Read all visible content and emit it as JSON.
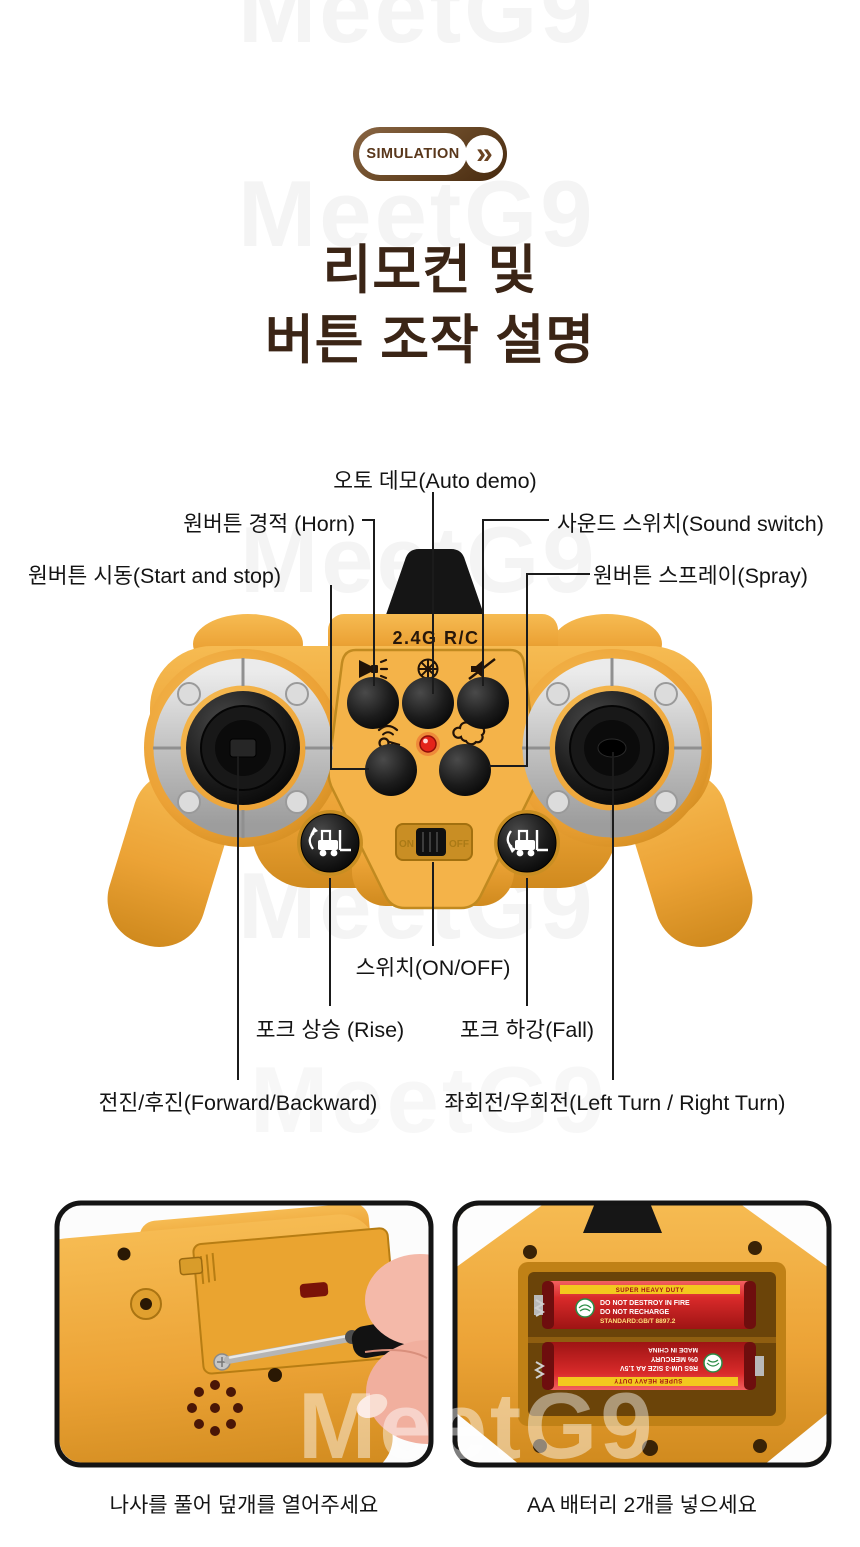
{
  "watermark": {
    "text": "MeetG9"
  },
  "badge": {
    "label": "SIMULATION",
    "chevron": "»"
  },
  "title": {
    "line1": "리모컨 및",
    "line2": "버튼 조작 설명"
  },
  "controller": {
    "brand": "2.4G R/C",
    "switch_on": "ON",
    "switch_off": "OFF"
  },
  "callouts": {
    "auto_demo": "오토 데모(Auto demo)",
    "horn": "원버튼 경적 (Horn)",
    "sound_switch": "사운드 스위치(Sound switch)",
    "start_stop": "원버튼 시동(Start and stop)",
    "spray": "원버튼 스프레이(Spray)",
    "switch": "스위치(ON/OFF)",
    "rise": "포크 상승 (Rise)",
    "fall": "포크 하강(Fall)",
    "forward_backward": "전진/후진(Forward/Backward)",
    "turn": "좌회전/우회전(Left Turn / Right Turn)"
  },
  "photos": {
    "left_caption": "나사를 풀어 덮개를 열어주세요",
    "right_caption": "AA 배터리 2개를 넣으세요",
    "battery": {
      "band": "SUPER HEAVY DUTY",
      "warning1": "DO NOT DESTROY IN FIRE",
      "warning2": "DO NOT RECHARGE",
      "standard": "STANDARD:GB/T 8897.2",
      "spec": "R6S UM-3 SIZE AA 1.5V",
      "mercury": "0% MERCURY",
      "origin": "MADE IN CHINA"
    }
  },
  "colors": {
    "body_yellow": "#eca336",
    "title_brown": "#3b2516",
    "badge_brown": "#6b4a28",
    "battery_red": "#d92a2a",
    "led_red": "#e4241a"
  }
}
